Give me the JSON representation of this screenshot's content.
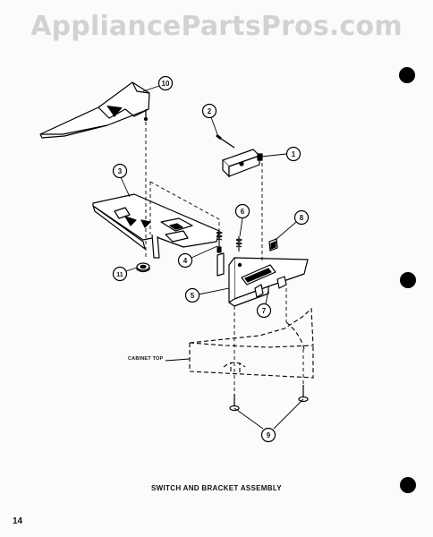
{
  "watermark": "AppliancePartsPros.com",
  "caption": "SWITCH AND BRACKET ASSEMBLY",
  "page_number": "14",
  "cabinet_label": "CABINET TOP",
  "callouts": [
    "10",
    "2",
    "1",
    "3",
    "6",
    "8",
    "4",
    "11",
    "5",
    "7",
    "9"
  ]
}
